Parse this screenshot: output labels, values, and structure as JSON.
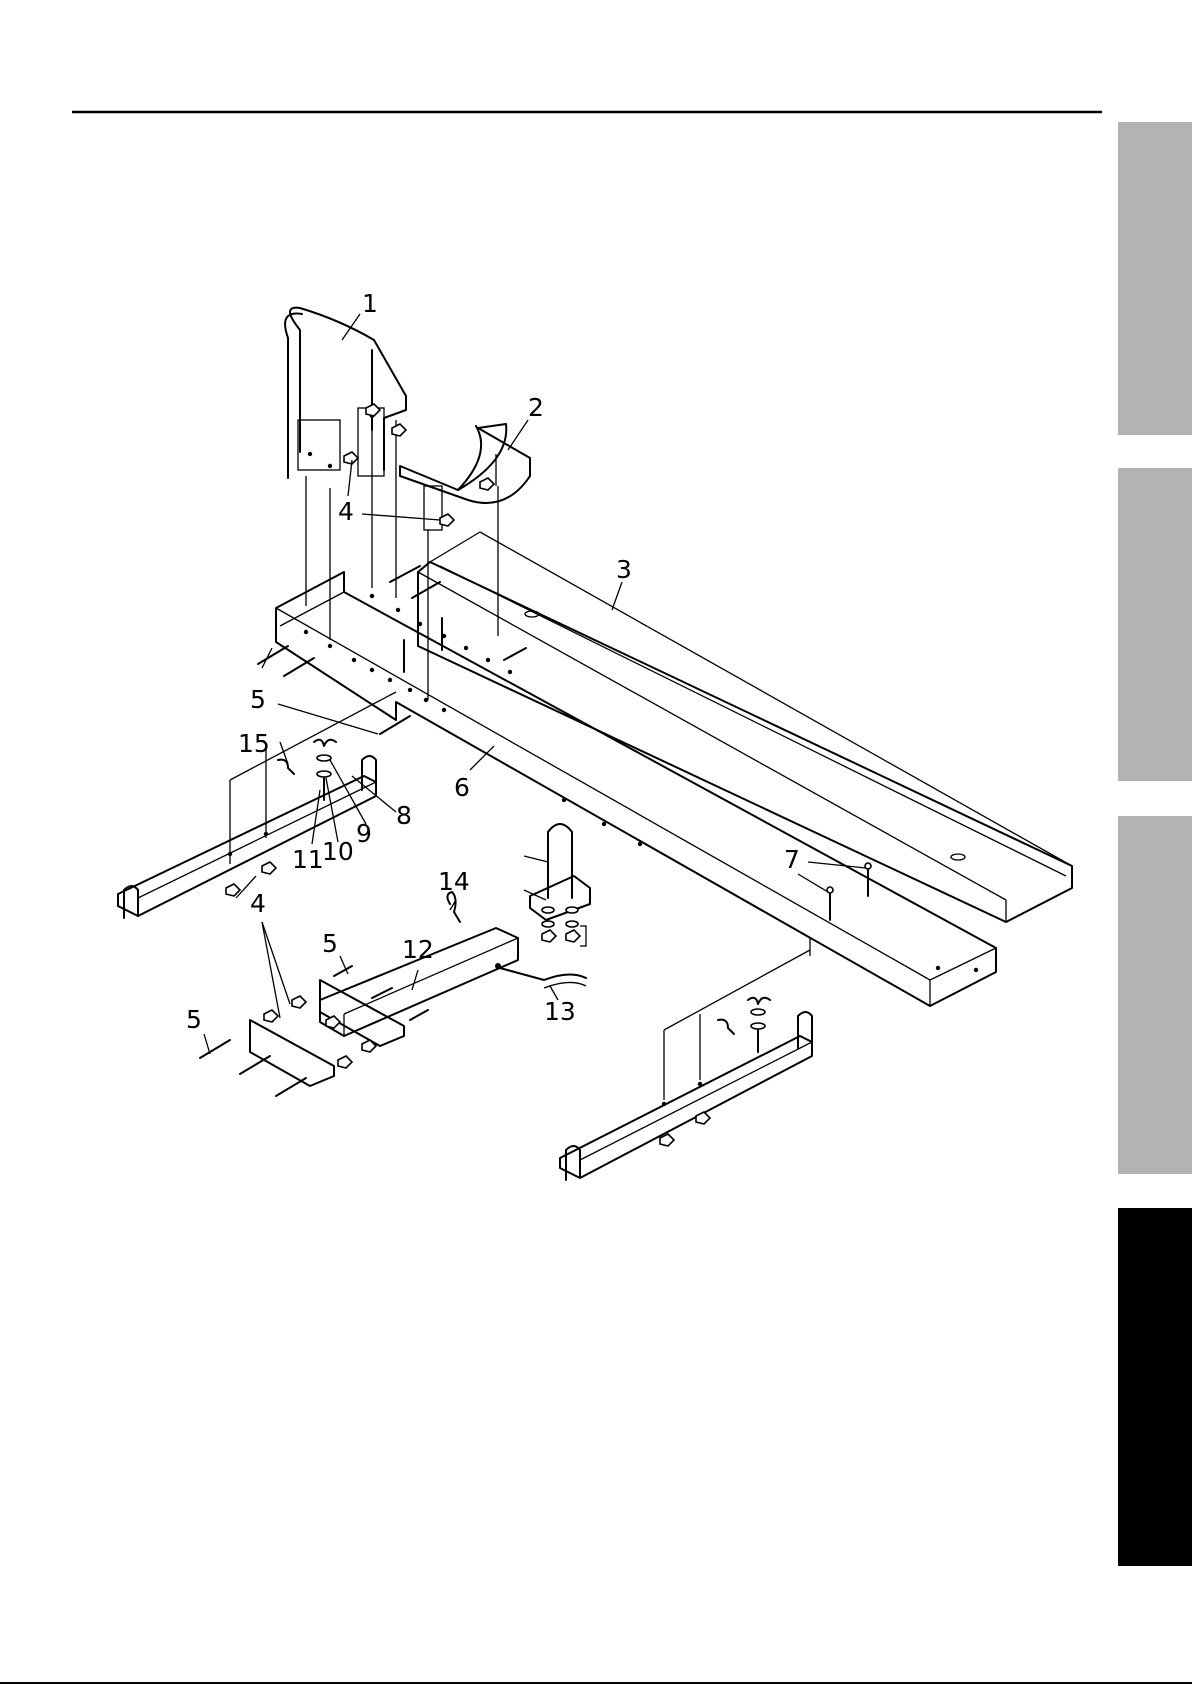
{
  "labels": {
    "seat_back": "1",
    "seat": "2",
    "rail": "3",
    "nut_top": "4",
    "nut_left": "4",
    "bolt_left": "5",
    "bolt_mid": "5",
    "bolt_bottom": "5",
    "frame": "6",
    "bolt_right": "7",
    "crossbar": "8",
    "wing_nut": "9",
    "washer": "10",
    "carriage_bolt": "11",
    "hitch_tube": "12",
    "hitch_pin": "13",
    "cotter_clip": "14",
    "r_clip": "15"
  },
  "colors": {
    "ink": "#000000",
    "paper": "#ffffff",
    "tab_gray": "#b3b3b3",
    "tab_black": "#000000"
  },
  "side_tabs": [
    "gray",
    "gray",
    "gray",
    "black"
  ]
}
